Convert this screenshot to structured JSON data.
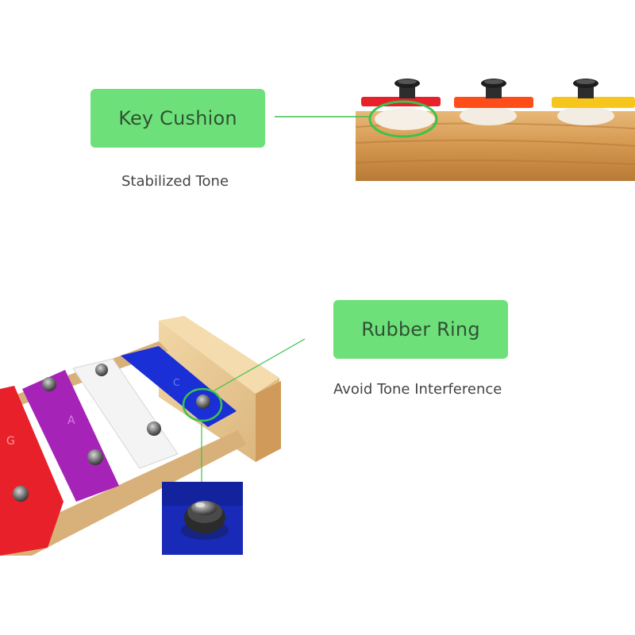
{
  "callouts": {
    "top": {
      "label": "Key Cushion",
      "caption": "Stabilized Tone"
    },
    "bottom": {
      "label": "Rubber Ring",
      "caption": "Avoid Tone Interference"
    }
  },
  "bar_letters": {
    "red": "G",
    "purple": "A",
    "blue": "C"
  },
  "colors": {
    "label_bg": "#6ee07a",
    "label_text": "#2f5233",
    "caption_text": "#444444",
    "leader_line": "#3cc24c",
    "wood": "#c98c4a",
    "key_red": "#e8202a",
    "key_orange": "#ff4d1a",
    "key_yellow": "#f7c61d",
    "key_purple": "#9d1fb3",
    "key_white": "#f4f4f4",
    "key_blue": "#1a2fd6"
  }
}
